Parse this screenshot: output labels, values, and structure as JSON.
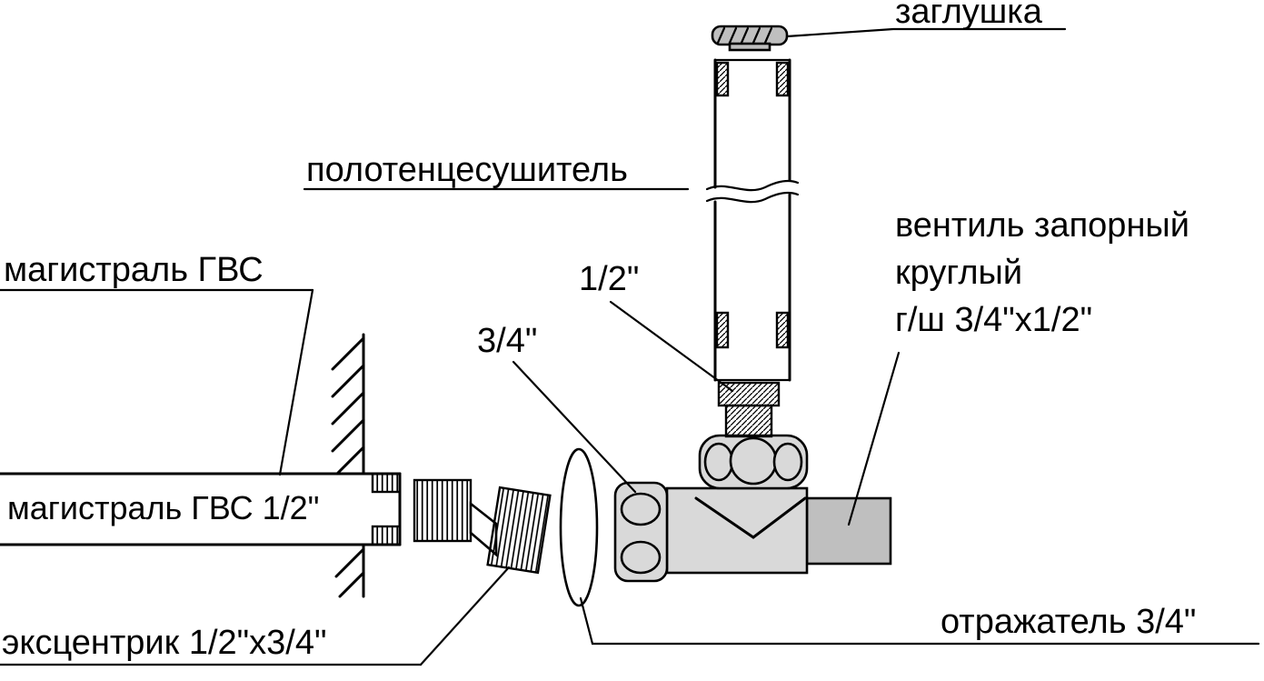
{
  "diagram": {
    "labels": {
      "cap": "заглушка",
      "towel_rail": "полотенцесушитель",
      "valve_line1": "вентиль запорный",
      "valve_line2": "круглый",
      "valve_line3": "г/ш 3/4\"х1/2\"",
      "size_half": "1/2\"",
      "size_three_quarter": "3/4\"",
      "main_line": "магистраль ГВС",
      "main_line_pipe": "магистраль ГВС 1/2\"",
      "eccentric": "эксцентрик 1/2\"х3/4\"",
      "reflector": "отражатель 3/4\""
    },
    "colors": {
      "line": "#000000",
      "light_fill": "#d9d9d9",
      "gray_fill": "#bfbfbf",
      "background": "#ffffff"
    }
  }
}
